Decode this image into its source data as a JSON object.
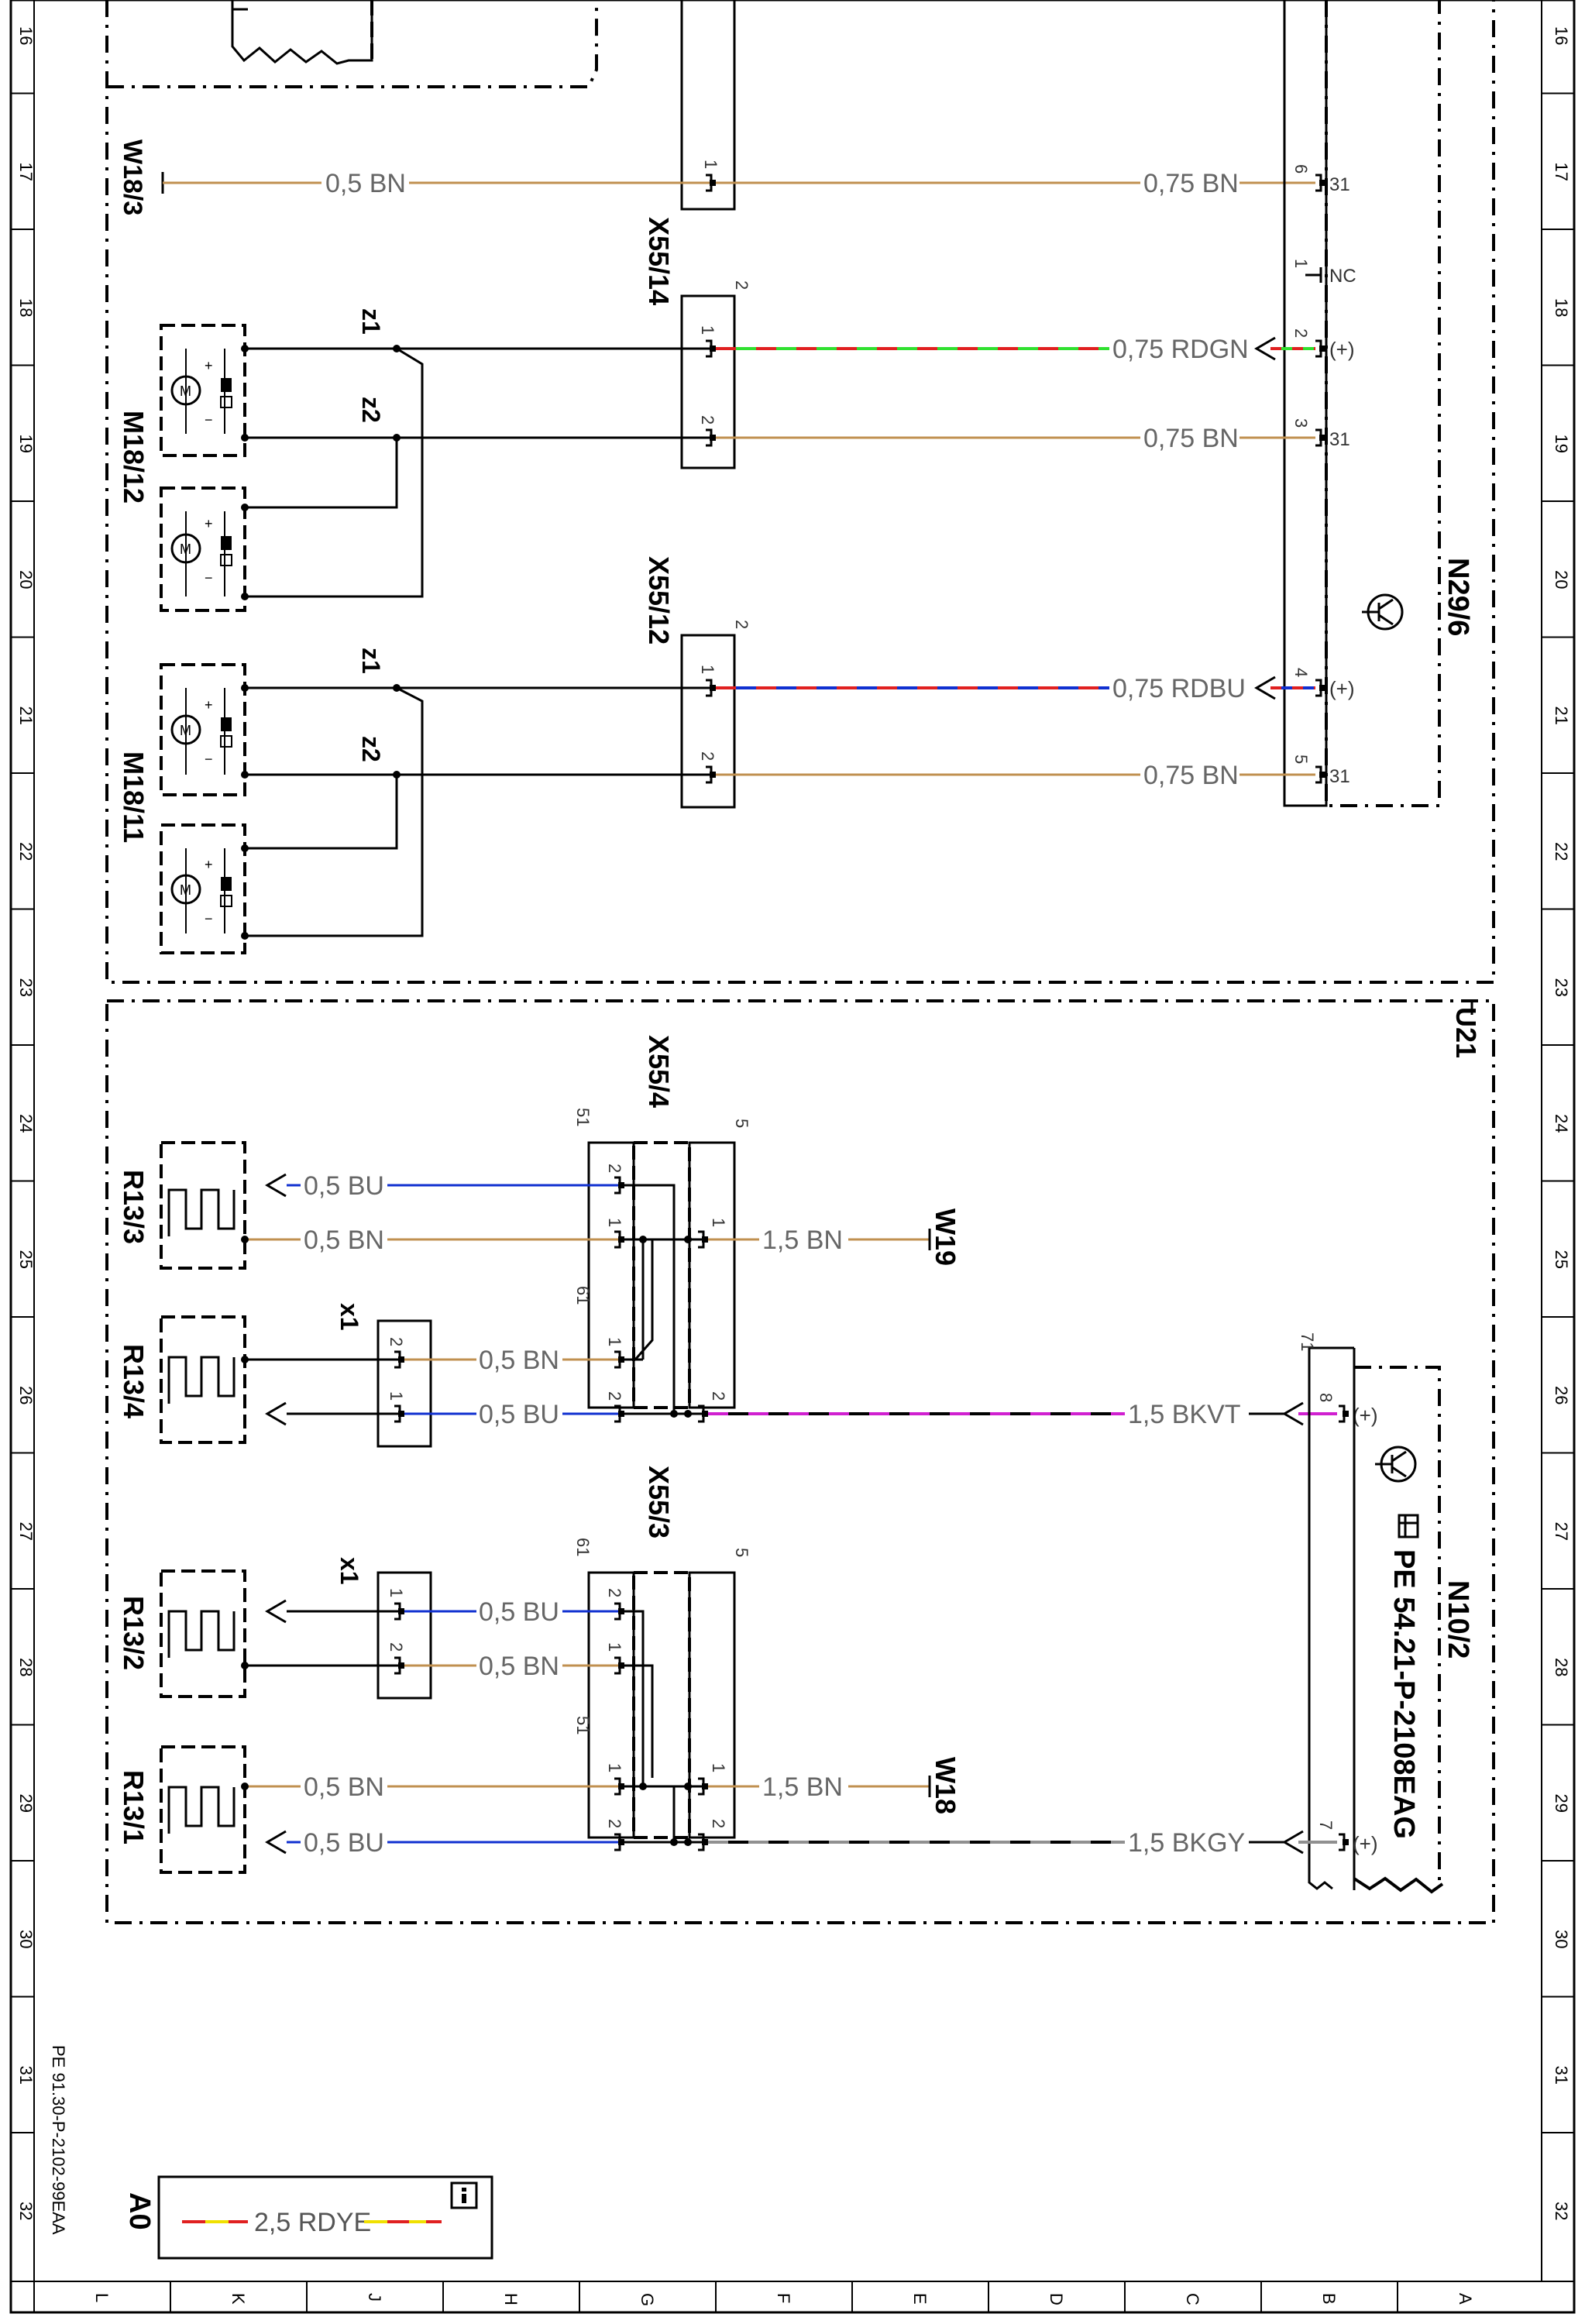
{
  "document_code": "PE 91.30-P-2102-99EAA",
  "zone_label": "A0",
  "row_numbers": [
    "16",
    "17",
    "18",
    "19",
    "20",
    "21",
    "22",
    "23",
    "24",
    "25",
    "26",
    "27",
    "28",
    "29",
    "30",
    "31",
    "32"
  ],
  "column_letters": [
    "L",
    "K",
    "J",
    "H",
    "G",
    "F",
    "E",
    "D",
    "C",
    "B",
    "A"
  ],
  "colors": {
    "BN": "#c09050",
    "BU": "#1030d0",
    "RD": "#e02020",
    "GN": "#30e030",
    "VT": "#d020d0",
    "GY": "#909090",
    "YE": "#f0e000",
    "BK": "#000000"
  },
  "components": {
    "W18_3": "W18/3",
    "X55_14": "X55/14",
    "X55_12": "X55/12",
    "M18_12": "M18/12",
    "M18_11": "M18/11",
    "N29_6": "N29/6",
    "U21": "U21",
    "X55_4": "X55/4",
    "X55_3": "X55/3",
    "R13_3": "R13/3",
    "R13_4": "R13/4",
    "R13_2": "R13/2",
    "R13_1": "R13/1",
    "W19": "W19",
    "W18": "W18",
    "N10_2": "N10/2",
    "N10_2_ref": "PE 54.21-P-2108EAG",
    "x1": "x1",
    "z1": "z1",
    "z2": "z2"
  },
  "wires": {
    "w_05bn": "0,5 BN",
    "w_075bn": "0,75 BN",
    "w_075rdgn": "0,75 RDGN",
    "w_075rdbu": "0,75 RDBU",
    "w_05bu": "0,5 BU",
    "w_15bn": "1,5 BN",
    "w_15bkvt": "1,5 BKVT",
    "w_15bkgy": "1,5 BKGY",
    "w_25rdye": "2,5 RDYE"
  },
  "pins": {
    "p1": "1",
    "p2": "2",
    "p3": "3",
    "p4": "4",
    "p5": "5",
    "p6": "6",
    "p7": "7",
    "p8": "8",
    "p51": "51",
    "p61": "61",
    "p71": "71",
    "p31": "31",
    "pNC": "NC",
    "pPlus": "(+)",
    "pMinus": "−",
    "pPlusSign": "+"
  },
  "icons": [
    "info-icon",
    "transistor-icon",
    "hand-reference-icon",
    "motor-icon",
    "heater-icon"
  ]
}
